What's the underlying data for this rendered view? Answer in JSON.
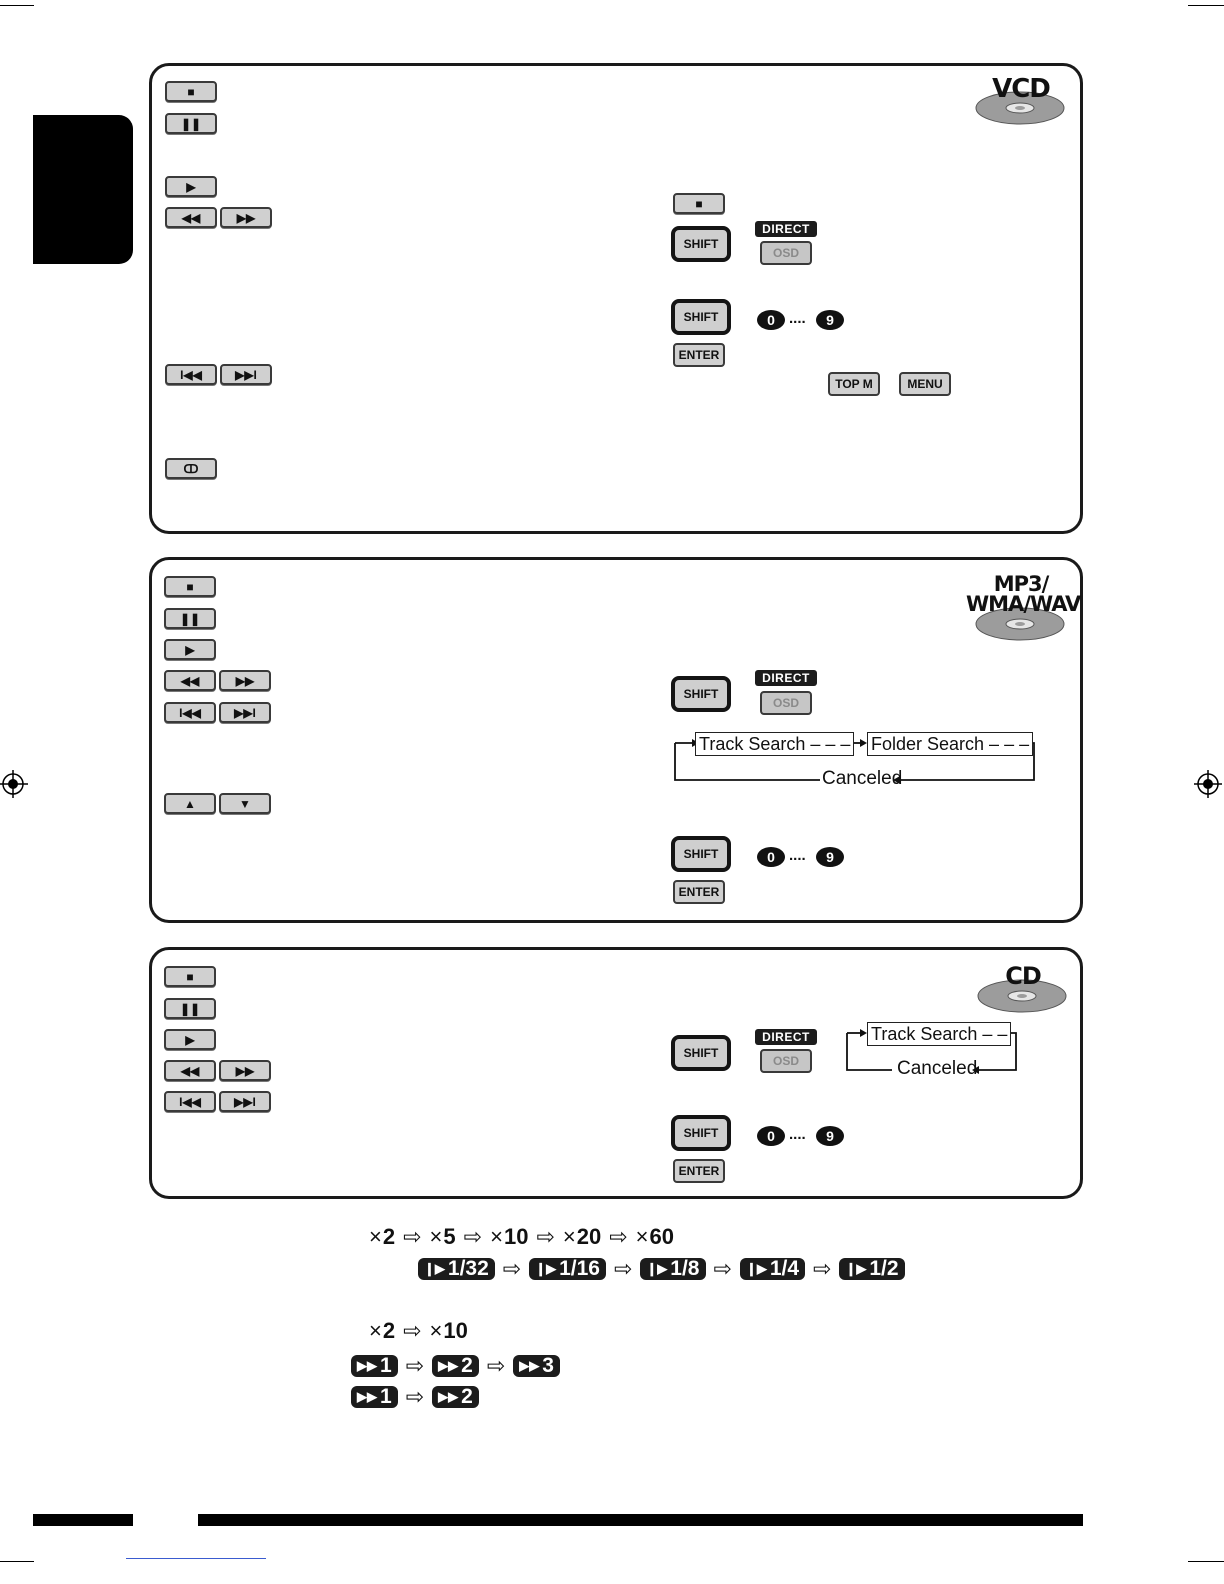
{
  "icons": {
    "stop": "stop-icon",
    "pause": "pause-icon",
    "play": "play-icon",
    "rew": "rewind-icon",
    "ff": "fast-forward-icon",
    "prev": "previous-icon",
    "next": "next-icon",
    "audio": "audio-icon",
    "up": "up-icon",
    "down": "down-icon",
    "disc": "disc-icon",
    "target": "registration-mark-icon"
  },
  "vcd": {
    "disc_label": "VCD",
    "remote": {
      "direct": "DIRECT",
      "osd": "OSD",
      "shift": "SHIFT",
      "digit_start": "0",
      "dots": "....",
      "digit_end": "9",
      "enter": "ENTER",
      "top_menu": "TOP M",
      "menu": "MENU"
    }
  },
  "mp3": {
    "disc_label_line1": "MP3/",
    "disc_label_line2": "WMA/WAV",
    "remote": {
      "shift": "SHIFT",
      "direct": "DIRECT",
      "osd": "OSD",
      "digit_start": "0",
      "dots": "....",
      "digit_end": "9",
      "enter": "ENTER"
    },
    "flow": {
      "track_search": "Track Search – – –",
      "folder_search": "Folder Search – – –",
      "canceled": "Canceled"
    }
  },
  "cd": {
    "disc_label": "CD",
    "remote": {
      "shift": "SHIFT",
      "direct": "DIRECT",
      "osd": "OSD",
      "digit_start": "0",
      "dots": "....",
      "digit_end": "9",
      "enter": "ENTER"
    },
    "flow": {
      "track_search": "Track Search – –",
      "canceled": "Canceled"
    }
  },
  "speeds": {
    "search_speeds": [
      "2",
      "5",
      "10",
      "20",
      "60"
    ],
    "slow_speeds": [
      "1/32",
      "1/16",
      "1/8",
      "1/4",
      "1/2"
    ],
    "search_speeds_2": [
      "2",
      "10"
    ],
    "row_three": [
      "1",
      "2",
      "3"
    ],
    "row_two": [
      "1",
      "2"
    ],
    "mult_symbol": "×",
    "arrow": "⇨"
  }
}
